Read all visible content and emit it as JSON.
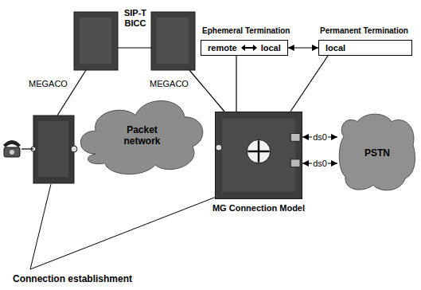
{
  "diagram": {
    "nodes": [
      {
        "text": [
          "Ephemeral Termination",
          "remote",
          "local"
        ]
      },
      {
        "text": [
          "Permanent Termination",
          "local"
        ]
      },
      {
        "text": [
          "Packet network"
        ]
      },
      {
        "text": [
          "MG Connection Model"
        ]
      },
      {
        "text": [
          "PSTN"
        ]
      }
    ],
    "edges": [
      {
        "from": 0,
        "to": 1,
        "arrow": "both"
      },
      {
        "from": 0,
        "to": 3,
        "arrow": "none"
      },
      {
        "from": 1,
        "to": 3,
        "arrow": "none"
      },
      {
        "from": 3,
        "to": 4,
        "arrow": "both",
        "label": "ds0"
      },
      {
        "from": 3,
        "to": 4,
        "arrow": "both",
        "label": "ds0"
      }
    ],
    "labels": [
      "SIP-T BICC",
      "MEGACO",
      "MEGACO",
      "Connection establishment"
    ]
  }
}
